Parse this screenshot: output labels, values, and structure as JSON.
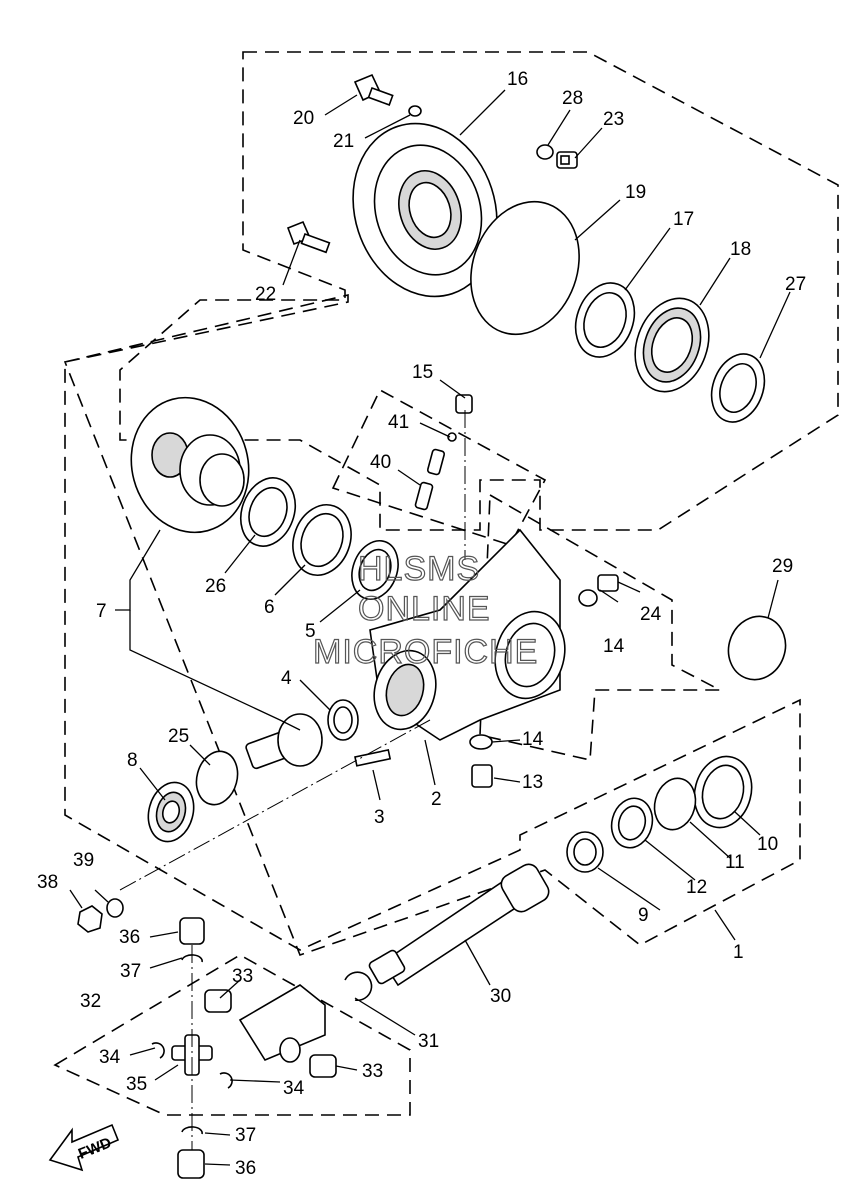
{
  "watermark": {
    "line1": "HLSMS",
    "line2": "ONLINE",
    "line3": "MICROFICHE"
  },
  "fwd_label": "FWD",
  "callouts": {
    "c1": "1",
    "c2": "2",
    "c3": "3",
    "c4": "4",
    "c5": "5",
    "c6": "6",
    "c7": "7",
    "c8": "8",
    "c9": "9",
    "c10": "10",
    "c11": "11",
    "c12": "12",
    "c13": "13",
    "c14a": "14",
    "c14b": "14",
    "c15": "15",
    "c16": "16",
    "c17": "17",
    "c18": "18",
    "c19": "19",
    "c20": "20",
    "c21": "21",
    "c22": "22",
    "c23": "23",
    "c24": "24",
    "c25": "25",
    "c26": "26",
    "c27": "27",
    "c28": "28",
    "c29": "29",
    "c30": "30",
    "c31": "31",
    "c32": "32",
    "c33a": "33",
    "c33b": "33",
    "c34a": "34",
    "c34b": "34",
    "c35": "35",
    "c36a": "36",
    "c36b": "36",
    "c37a": "37",
    "c37b": "37",
    "c38": "38",
    "c39": "39",
    "c40": "40",
    "c41": "41"
  }
}
